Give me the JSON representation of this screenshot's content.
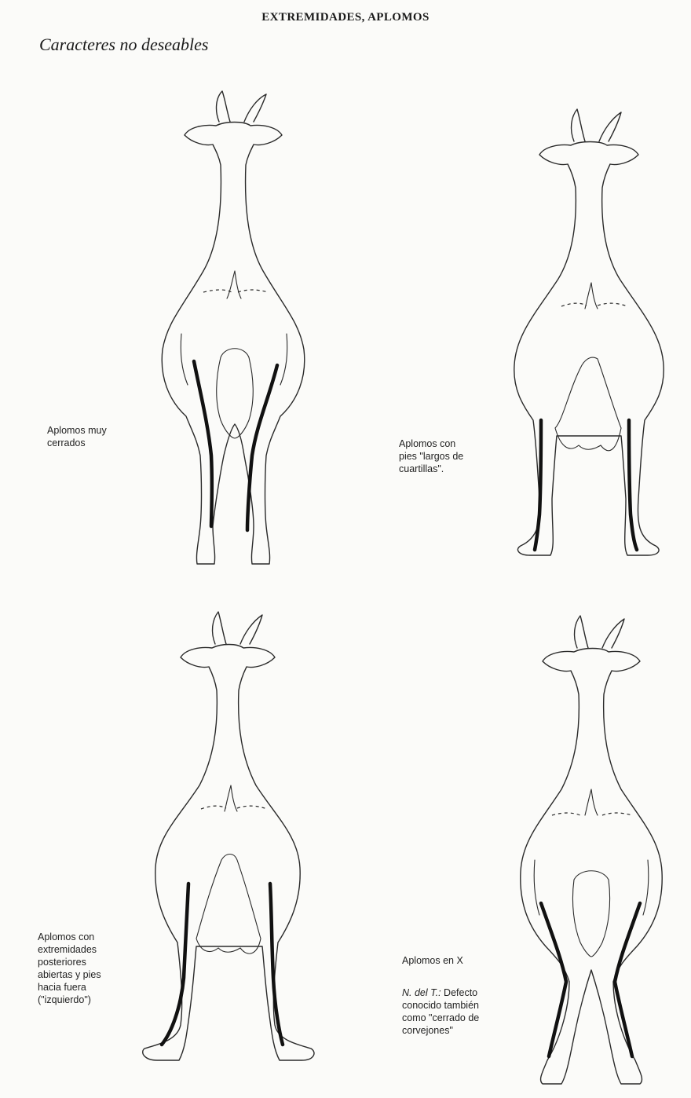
{
  "header": {
    "title": "EXTREMIDADES, APLOMOS",
    "subtitle": "Caracteres no deseables"
  },
  "figures": [
    {
      "id": "closed",
      "caption": "Aplomos muy\ncerrados"
    },
    {
      "id": "long-pasterns",
      "caption": "Aplomos con\npies \"largos de\ncuartillas\"."
    },
    {
      "id": "open",
      "caption": "Aplomos con\nextremidades\nposteriores\nabiertas y pies\nhacia fuera\n(\"izquierdo\")"
    },
    {
      "id": "x-legs",
      "caption": "Aplomos en X",
      "note_label": "N. del T.:",
      "note_text": " Defecto\nconocido también\ncomo \"cerrado de\ncorvejones\""
    }
  ]
}
